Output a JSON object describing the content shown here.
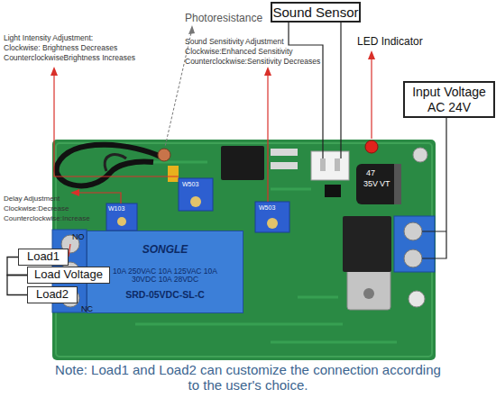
{
  "diagram": {
    "nodes": [
      {
        "text": [
          "Sound Sensor"
        ]
      },
      {
        "text": [
          "Input Voltage",
          "AC 24V"
        ]
      },
      {
        "text": [
          "SONGLE",
          "10A 250VAC 10A 125VAC 10A 30VDC 10A 28VDC",
          "SRD-05VDC-SL-C"
        ]
      },
      {
        "text": [
          "Load1"
        ]
      },
      {
        "text": [
          "Load Voltage"
        ]
      },
      {
        "text": [
          "Load2"
        ]
      }
    ],
    "edges": [
      {
        "from": 3,
        "to": 4,
        "arrow": "none"
      },
      {
        "from": 4,
        "to": 5,
        "arrow": "none"
      }
    ],
    "labels": [
      "Photoresistance",
      "Light Intensity Adjustment:",
      "Clockwise: Brightness Decreases",
      "CounterclockwiseBrightness Increases",
      "Sound Sensitivity Adjustment",
      "Clockwise:Enhanced Sensitivity",
      "Counterclockwise:Sensitivity Decreases",
      "LED Indicator",
      "Delay Adjustment",
      "Clockwise:Decrease",
      "Counterclockwise:Increase",
      "NO",
      "NC",
      "W503",
      "W103",
      "W503",
      "47",
      "35V",
      "VT",
      "Note: Load1 and Load2 can customize the connection according to the user's choice."
    ]
  }
}
